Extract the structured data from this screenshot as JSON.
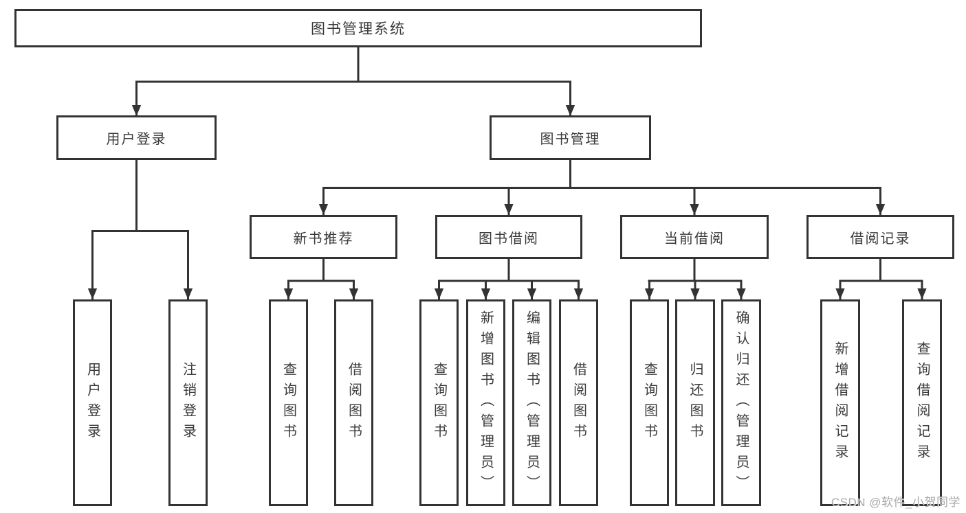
{
  "colors": {
    "line": "#333333",
    "box_border": "#333333",
    "text": "#3a3a3a",
    "watermark": "#a9a9a9",
    "background": "#ffffff"
  },
  "tree": {
    "root": {
      "label": "图书管理系统"
    },
    "branches": [
      {
        "label": "用户登录",
        "children": [
          {
            "label": "用户登录"
          },
          {
            "label": "注销登录"
          }
        ]
      },
      {
        "label": "图书管理",
        "groups": [
          {
            "label": "新书推荐",
            "children": [
              {
                "label": "查询图书"
              },
              {
                "label": "借阅图书"
              }
            ]
          },
          {
            "label": "图书借阅",
            "children": [
              {
                "label": "查询图书"
              },
              {
                "label": "新增图书（管理员）"
              },
              {
                "label": "编辑图书（管理员）"
              },
              {
                "label": "借阅图书"
              }
            ]
          },
          {
            "label": "当前借阅",
            "children": [
              {
                "label": "查询图书"
              },
              {
                "label": "归还图书"
              },
              {
                "label": "确认归还（管理员）"
              }
            ]
          },
          {
            "label": "借阅记录",
            "children": [
              {
                "label": "新增借阅记录"
              },
              {
                "label": "查询借阅记录"
              }
            ]
          }
        ]
      }
    ]
  },
  "watermark": {
    "text": "CSDN @软件_小贺同学"
  }
}
